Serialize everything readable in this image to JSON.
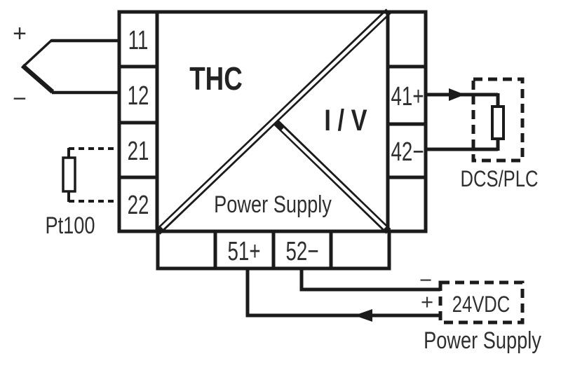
{
  "module": {
    "function_labels": {
      "input": "THC",
      "output": "I / V",
      "power": "Power Supply"
    },
    "terminals": {
      "left": [
        "11",
        "12",
        "21",
        "22"
      ],
      "right": [
        "41+",
        "42−"
      ],
      "bottom": [
        "51+",
        "52−"
      ]
    }
  },
  "thermocouple": {
    "plus_label": "+",
    "minus_label": "−"
  },
  "rtd": {
    "label": "Pt100"
  },
  "output_device": {
    "label": "DCS/PLC"
  },
  "power_supply": {
    "voltage_label": "24VDC",
    "name_label": "Power Supply",
    "plus_label": "+",
    "minus_label": "−"
  },
  "colors": {
    "line": "#1b1b1b",
    "text": "#2f2f2f",
    "background": "#ffffff"
  }
}
